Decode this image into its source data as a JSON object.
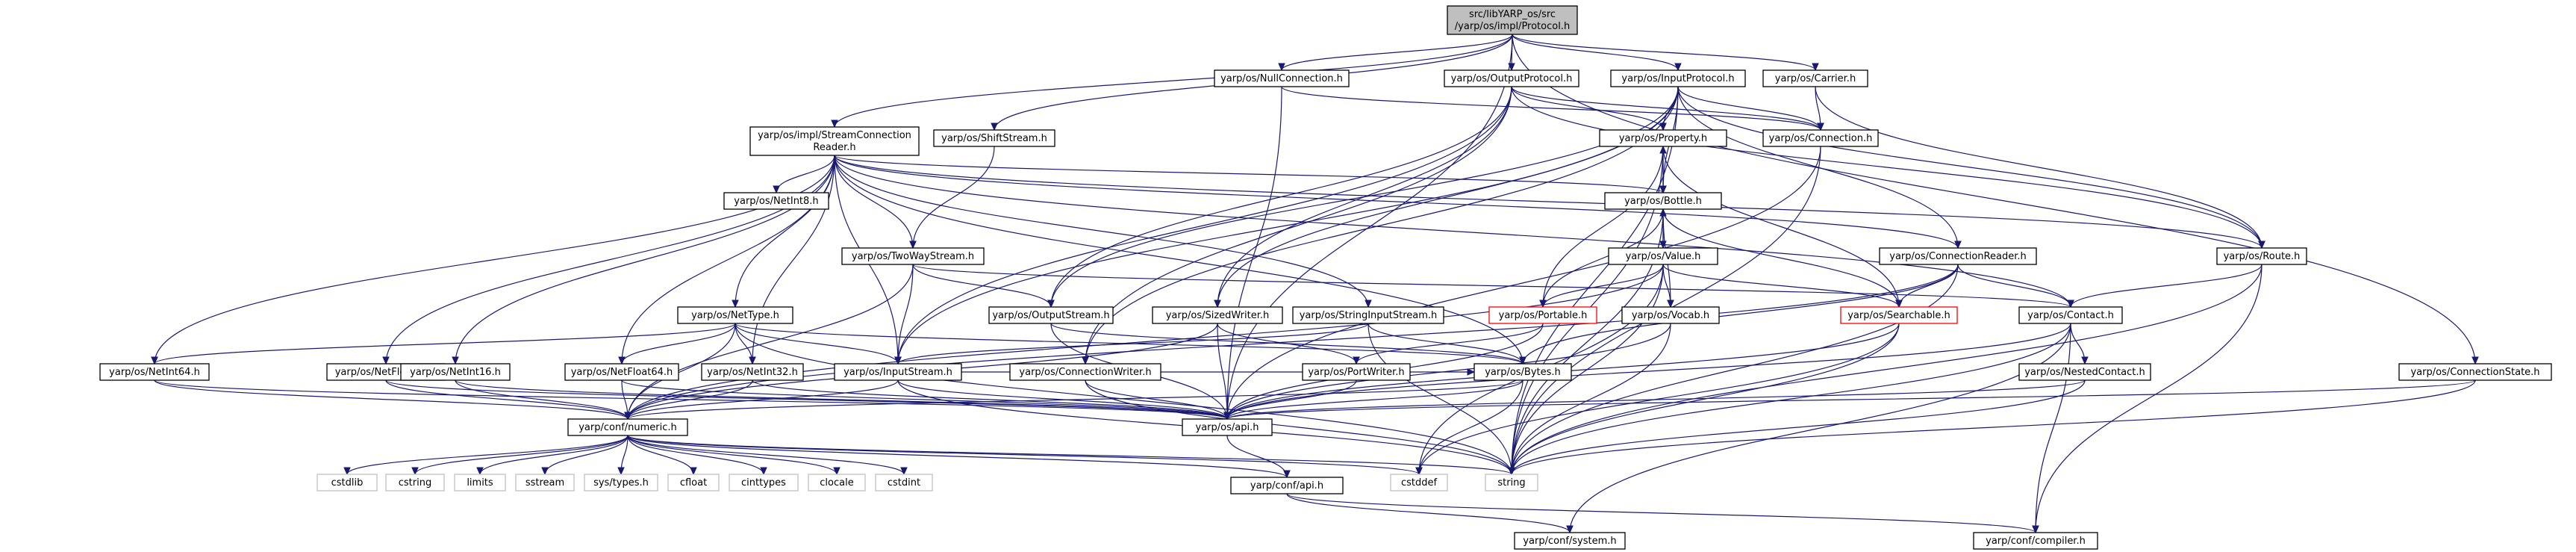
{
  "nodes": {
    "root": {
      "lines": [
        "src/libYARP_os/src",
        "/yarp/os/impl/Protocol.h"
      ]
    },
    "nullconn": {
      "lines": [
        "yarp/os/NullConnection.h"
      ]
    },
    "outproto": {
      "lines": [
        "yarp/os/OutputProtocol.h"
      ]
    },
    "inproto": {
      "lines": [
        "yarp/os/InputProtocol.h"
      ]
    },
    "carrier": {
      "lines": [
        "yarp/os/Carrier.h"
      ]
    },
    "scr": {
      "lines": [
        "yarp/os/impl/StreamConnection",
        "Reader.h"
      ]
    },
    "shift": {
      "lines": [
        "yarp/os/ShiftStream.h"
      ]
    },
    "property": {
      "lines": [
        "yarp/os/Property.h"
      ]
    },
    "connection": {
      "lines": [
        "yarp/os/Connection.h"
      ]
    },
    "netint8": {
      "lines": [
        "yarp/os/NetInt8.h"
      ]
    },
    "bottle": {
      "lines": [
        "yarp/os/Bottle.h"
      ]
    },
    "twoway": {
      "lines": [
        "yarp/os/TwoWayStream.h"
      ]
    },
    "value": {
      "lines": [
        "yarp/os/Value.h"
      ]
    },
    "connreader": {
      "lines": [
        "yarp/os/ConnectionReader.h"
      ]
    },
    "route": {
      "lines": [
        "yarp/os/Route.h"
      ]
    },
    "nettype": {
      "lines": [
        "yarp/os/NetType.h"
      ]
    },
    "outstream": {
      "lines": [
        "yarp/os/OutputStream.h"
      ]
    },
    "sizedwriter": {
      "lines": [
        "yarp/os/SizedWriter.h"
      ]
    },
    "strinput": {
      "lines": [
        "yarp/os/StringInputStream.h"
      ]
    },
    "portable": {
      "lines": [
        "yarp/os/Portable.h"
      ]
    },
    "vocab": {
      "lines": [
        "yarp/os/Vocab.h"
      ]
    },
    "searchable": {
      "lines": [
        "yarp/os/Searchable.h"
      ]
    },
    "contact": {
      "lines": [
        "yarp/os/Contact.h"
      ]
    },
    "netint64": {
      "lines": [
        "yarp/os/NetInt64.h"
      ]
    },
    "netfloat32": {
      "lines": [
        "yarp/os/NetFloat32.h"
      ]
    },
    "netint16": {
      "lines": [
        "yarp/os/NetInt16.h"
      ]
    },
    "netfloat64": {
      "lines": [
        "yarp/os/NetFloat64.h"
      ]
    },
    "netint32": {
      "lines": [
        "yarp/os/NetInt32.h"
      ]
    },
    "instream": {
      "lines": [
        "yarp/os/InputStream.h"
      ]
    },
    "connwriter": {
      "lines": [
        "yarp/os/ConnectionWriter.h"
      ]
    },
    "portwriter": {
      "lines": [
        "yarp/os/PortWriter.h"
      ]
    },
    "bytes": {
      "lines": [
        "yarp/os/Bytes.h"
      ]
    },
    "nestedcontact": {
      "lines": [
        "yarp/os/NestedContact.h"
      ]
    },
    "connstate": {
      "lines": [
        "yarp/os/ConnectionState.h"
      ]
    },
    "numeric": {
      "lines": [
        "yarp/conf/numeric.h"
      ]
    },
    "api": {
      "lines": [
        "yarp/os/api.h"
      ]
    },
    "cstdlib": {
      "lines": [
        "cstdlib"
      ]
    },
    "cstring": {
      "lines": [
        "cstring"
      ]
    },
    "limits": {
      "lines": [
        "limits"
      ]
    },
    "sstream": {
      "lines": [
        "sstream"
      ]
    },
    "systypes": {
      "lines": [
        "sys/types.h"
      ]
    },
    "cfloat": {
      "lines": [
        "cfloat"
      ]
    },
    "cinttypes": {
      "lines": [
        "cinttypes"
      ]
    },
    "clocale": {
      "lines": [
        "clocale"
      ]
    },
    "cstdint": {
      "lines": [
        "cstdint"
      ]
    },
    "cstddef": {
      "lines": [
        "cstddef"
      ]
    },
    "string": {
      "lines": [
        "string"
      ]
    },
    "confapi": {
      "lines": [
        "yarp/conf/api.h"
      ]
    },
    "system": {
      "lines": [
        "yarp/conf/system.h"
      ]
    },
    "compiler": {
      "lines": [
        "yarp/conf/compiler.h"
      ]
    }
  }
}
